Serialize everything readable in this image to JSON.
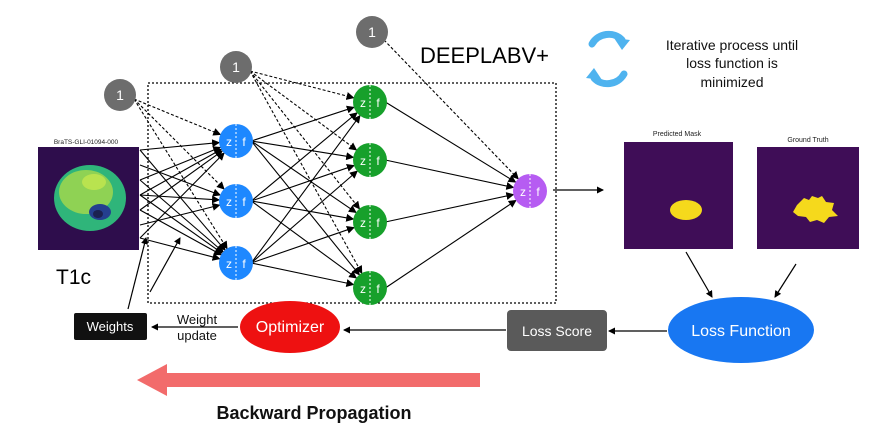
{
  "network": {
    "model_name": "DEEPLABV+",
    "bias_label": "1",
    "node_z": "z",
    "node_f": "f"
  },
  "input": {
    "image_title": "BraTS-GLI-01094-000",
    "modality_label": "T1c"
  },
  "outputs": {
    "predicted_title": "Predicted Mask",
    "truth_title": "Ground Truth"
  },
  "loop": {
    "iterative_text": [
      "Iterative process until",
      "loss function is",
      "minimized"
    ],
    "loss_function": "Loss Function",
    "loss_score": "Loss Score",
    "optimizer": "Optimizer",
    "weight_update": [
      "Weight",
      "update"
    ],
    "weights": "Weights",
    "backward": "Backward Propagation"
  },
  "colors": {
    "bias_gray": "#6d6d6d",
    "hidden1_blue": "#1e88ff",
    "hidden2_green": "#17a02b",
    "output_purple": "#b65cf2",
    "loss_function_blue": "#1877f2",
    "loss_score_gray": "#5a5a5a",
    "optimizer_red": "#ee1111",
    "weights_black": "#111111",
    "backward_arrow": "#f26b6b",
    "mask_bg": "#3f0d57",
    "mask_fg": "#f5d91c",
    "cycle_arrow": "#4fb3ef"
  }
}
